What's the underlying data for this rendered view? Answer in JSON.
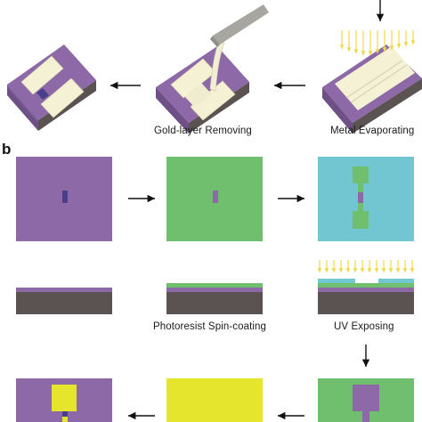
{
  "panel_b_label": "b",
  "captions": {
    "gold_layer_removing": "Gold-layer Removing",
    "metal_evaporating": "Metal Evaporating",
    "photoresist_spin_coating": "Photoresist Spin-coating",
    "uv_exposing": "UV Exposing"
  },
  "colors": {
    "substrate_purple": "#8d69a8",
    "substrate_dark": "#5a5352",
    "photoresist_green": "#6fbf6f",
    "exposed_cyan": "#72c6d2",
    "gold_yellow": "#e4e52c",
    "electrode_cream": "#f4f1d4",
    "channel_blue": "#4a3f8a",
    "uv_arrows": "#ecd94a"
  }
}
